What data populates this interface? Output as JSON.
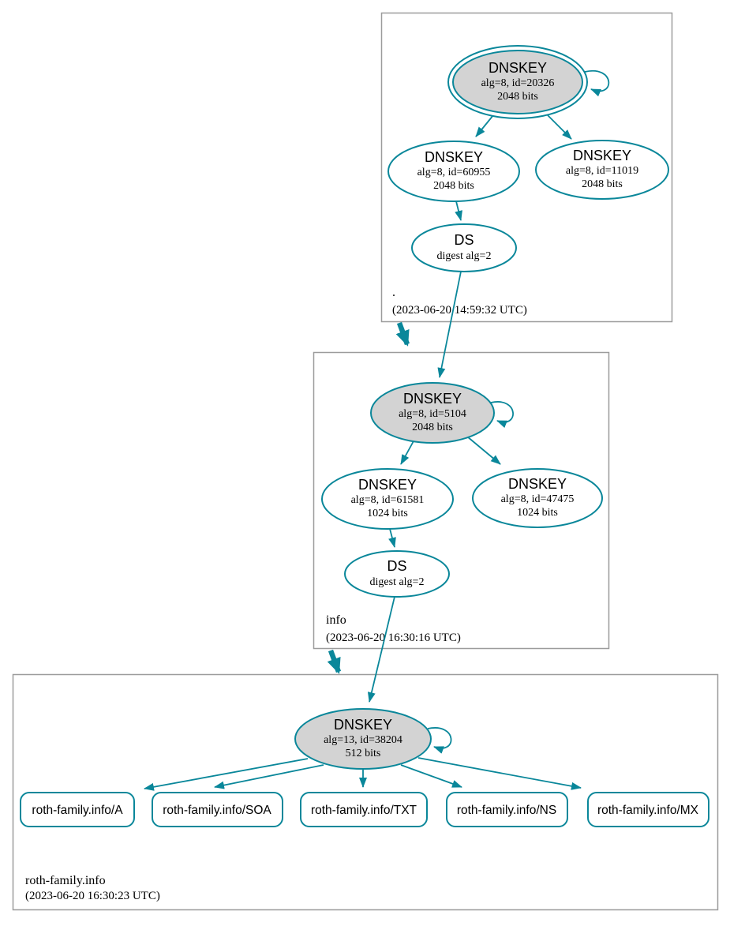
{
  "colors": {
    "edge_secure": "#0a879a",
    "ksk_fill": "#d3d3d3",
    "node_fill": "#ffffff",
    "zone_border": "#9c9c9c"
  },
  "zones": [
    {
      "name": ".",
      "timestamp": "(2023-06-20 14:59:32 UTC)",
      "nodes": [
        {
          "title": "DNSKEY",
          "detail1": "alg=8, id=20326",
          "detail2": "2048 bits"
        },
        {
          "title": "DNSKEY",
          "detail1": "alg=8, id=60955",
          "detail2": "2048 bits"
        },
        {
          "title": "DNSKEY",
          "detail1": "alg=8, id=11019",
          "detail2": "2048 bits"
        },
        {
          "title": "DS",
          "detail1": "digest alg=2"
        }
      ]
    },
    {
      "name": "info",
      "timestamp": "(2023-06-20 16:30:16 UTC)",
      "nodes": [
        {
          "title": "DNSKEY",
          "detail1": "alg=8, id=5104",
          "detail2": "2048 bits"
        },
        {
          "title": "DNSKEY",
          "detail1": "alg=8, id=61581",
          "detail2": "1024 bits"
        },
        {
          "title": "DNSKEY",
          "detail1": "alg=8, id=47475",
          "detail2": "1024 bits"
        },
        {
          "title": "DS",
          "detail1": "digest alg=2"
        }
      ]
    },
    {
      "name": "roth-family.info",
      "timestamp": "(2023-06-20 16:30:23 UTC)",
      "nodes": [
        {
          "title": "DNSKEY",
          "detail1": "alg=13, id=38204",
          "detail2": "512 bits"
        }
      ],
      "rrsets": [
        {
          "label": "roth-family.info/A"
        },
        {
          "label": "roth-family.info/SOA"
        },
        {
          "label": "roth-family.info/TXT"
        },
        {
          "label": "roth-family.info/NS"
        },
        {
          "label": "roth-family.info/MX"
        }
      ]
    }
  ]
}
